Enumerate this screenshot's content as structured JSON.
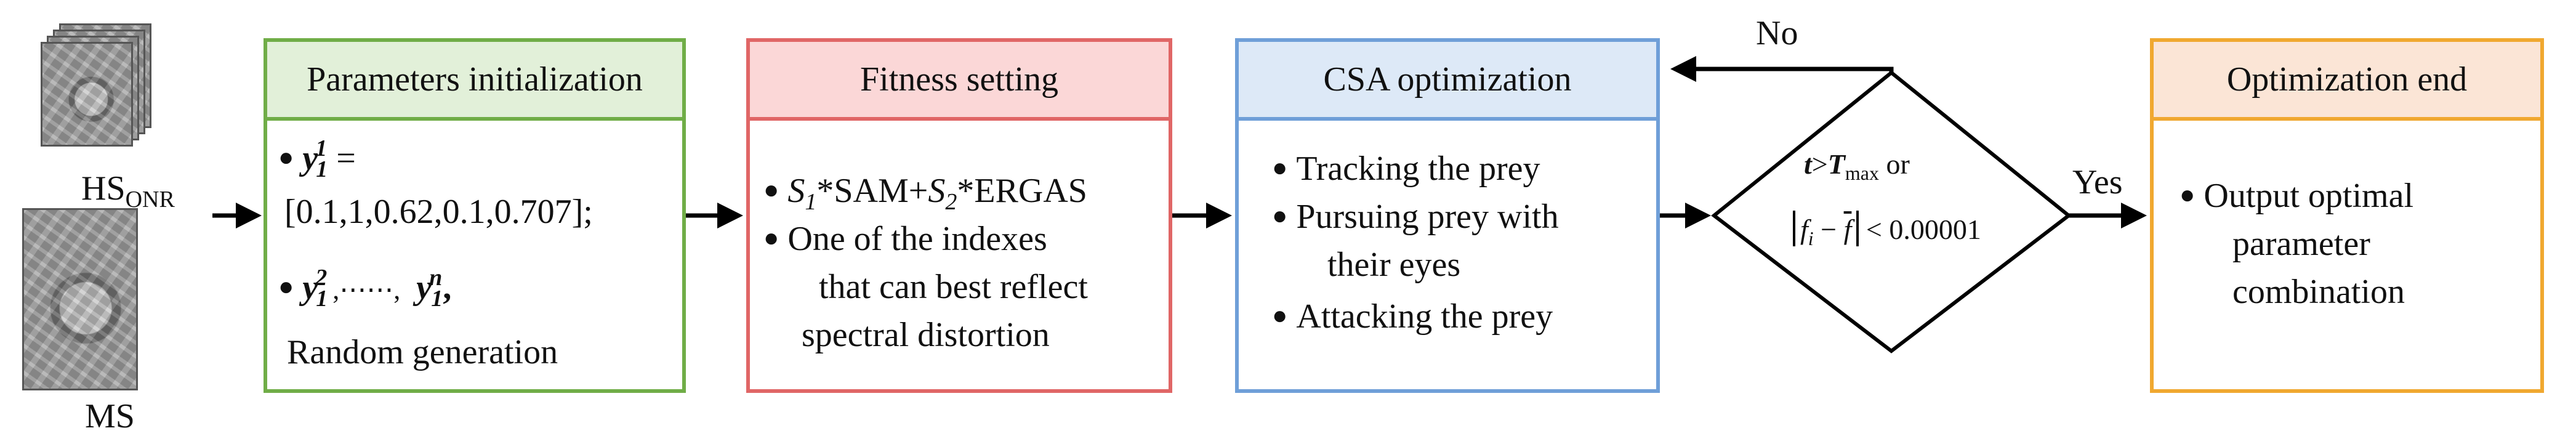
{
  "inputs": {
    "hs_label_main": "HS",
    "hs_label_sub": "ONR",
    "ms_label": "MS"
  },
  "boxes": {
    "params": {
      "title": "Parameters initialization",
      "line1_lhs_base": "y",
      "line1_lhs_sup": "1",
      "line1_lhs_sub": "1",
      "line1_eq": " =",
      "line2": "[0.1,1,0.62,0.1,0.707];",
      "line3_a_base": "y",
      "line3_a_sup": "2",
      "line3_a_sub": "1",
      "line3_dots": ",⋯⋯,",
      "line3_b_base": "y",
      "line3_b_sup": "n",
      "line3_b_sub": "1",
      "line3_comma": ",",
      "line4": "Random generation",
      "color": "#70ad47"
    },
    "fitness": {
      "title": "Fitness setting",
      "f_s1": "S",
      "f_s1_sub": "1",
      "f_mid": "*SAM+",
      "f_s2": "S",
      "f_s2_sub": "2",
      "f_end": "*ERGAS",
      "item2_line1": "One of the indexes",
      "item2_line2": "that can best reflect",
      "item2_line3": "spectral distortion",
      "color": "#e06666"
    },
    "csa": {
      "title": "CSA optimization",
      "item1": "Tracking the prey",
      "item2_line1": "Pursuing prey with",
      "item2_line2": "their eyes",
      "item3": "Attacking the prey",
      "color": "#6f9fd8"
    },
    "end": {
      "title": "Optimization end",
      "line1": "Output optimal",
      "line2": "parameter",
      "line3": "combination",
      "color": "#f0a830"
    }
  },
  "decision": {
    "cond1_t": "t",
    "cond1_gt": ">",
    "cond1_T": "T",
    "cond1_Tsub": "max",
    "cond1_or": " or",
    "cond2_f": "f",
    "cond2_fsub": "i",
    "cond2_minus": " − ",
    "cond2_fbar": "f",
    "cond2_lt": " < 0.00001",
    "no_label": "No",
    "yes_label": "Yes"
  }
}
